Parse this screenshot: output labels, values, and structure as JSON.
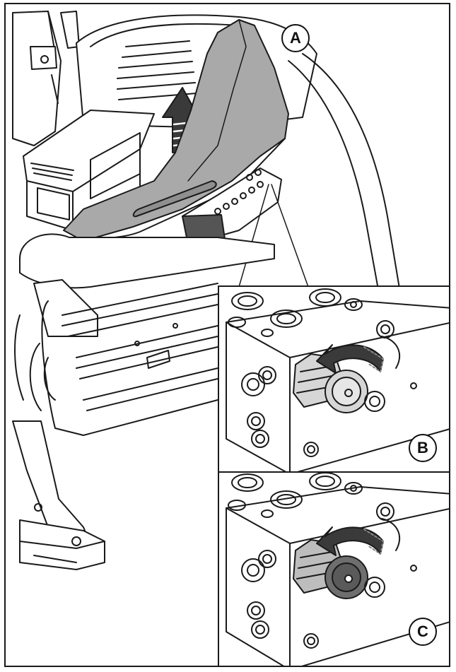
{
  "labels": {
    "a": "A",
    "b": "B",
    "c": "C"
  },
  "colors": {
    "line": "#1a1a1a",
    "cover_fill": "#a9a9a9",
    "cover_shade": "#8f8f8f",
    "knob_fill_b": "#d6d6d6",
    "knob_fill_c": "#6e6e6e",
    "arrow_fill": "#3a3a3a"
  },
  "icons": {
    "lift_arrow": "arrow-up-icon",
    "rotate_arrow": "rotate-counterclockwise-icon"
  },
  "states": {
    "b": "light-knob",
    "c": "dark-knob"
  }
}
